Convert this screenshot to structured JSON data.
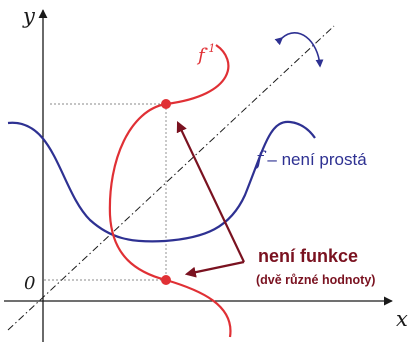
{
  "labels": {
    "y_axis": "y",
    "x_axis": "x",
    "origin": "0",
    "f_inverse_base": "f",
    "f_inverse_exp": "-1",
    "f_letter": "f",
    "f_desc": "– není prostá",
    "not_function": "není funkce",
    "two_values": "(dvě různé hodnoty)"
  },
  "colors": {
    "axis": "#1a1a1a",
    "f_curve": "#2e3192",
    "f_inverse_curve": "#e03035",
    "annotation": "#7a1220",
    "guide": "#888888",
    "mirror_arrow": "#2e3192"
  }
}
